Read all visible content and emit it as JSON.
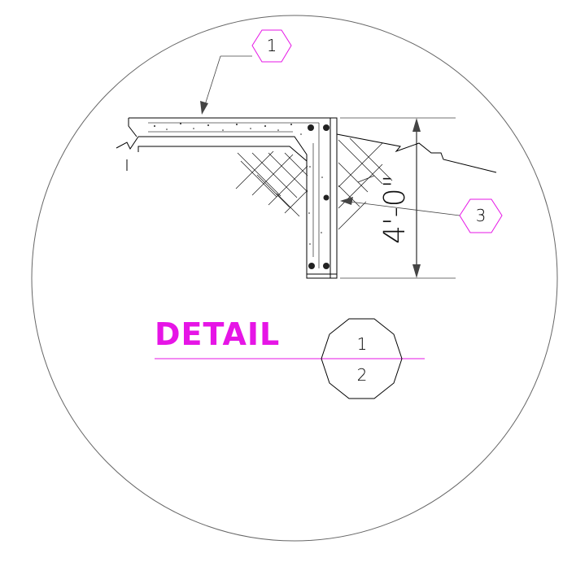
{
  "callouts": {
    "top": "1",
    "right": "3"
  },
  "dimension": {
    "text": "4'-0\""
  },
  "detail": {
    "title": "DETAIL",
    "number": "1",
    "sheet": "2"
  },
  "colors": {
    "accent": "#e615e6",
    "line": "#000000",
    "background": "#ffffff"
  }
}
